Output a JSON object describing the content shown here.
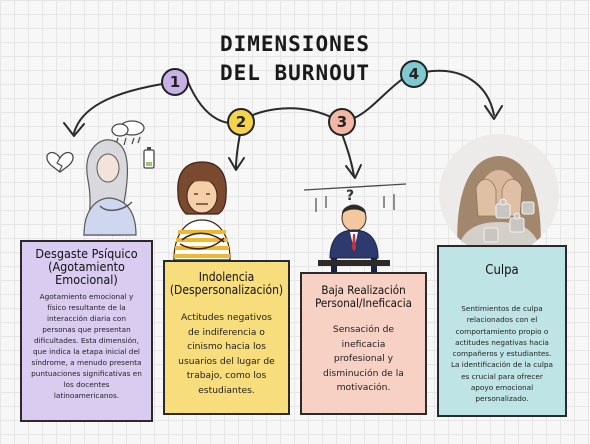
{
  "title": {
    "line1": "DIMENSIONES",
    "line2": "DEL BURNOUT"
  },
  "steps": [
    "1",
    "2",
    "3",
    "4"
  ],
  "colors": {
    "badge1": "#c7b1e6",
    "badge2": "#f5d44a",
    "badge3": "#f3b8a3",
    "badge4": "#7fcad1",
    "card1": "#d9ccf0",
    "card2": "#f8dd7d",
    "card3": "#f7d1c4",
    "card4": "#bfe4e6"
  },
  "cards": [
    {
      "heading_lines": [
        "Desgaste Psíquico",
        "(Agotamiento",
        "Emocional)"
      ],
      "body_lines": [
        "Agotamiento emocional y",
        "físico resultante de la",
        "interacción diaria con",
        "personas que presentan",
        "dificultades. Esta dimensión,",
        "que indica la etapa inicial del",
        "síndrome, a menudo presenta",
        "puntuaciones significativas en",
        "los docentes",
        "latinoamericanos."
      ]
    },
    {
      "heading_lines": [
        "Indolencia",
        "(Despersonalización)"
      ],
      "body_lines": [
        "Actitudes negativos",
        "de indiferencia o",
        "cinismo hacia los",
        "usuarios del lugar de",
        "trabajo, como los",
        "estudiantes."
      ]
    },
    {
      "heading_lines": [
        "Baja Realización",
        "Personal/Ineficacia"
      ],
      "body_lines": [
        "Sensación de",
        "ineficacia",
        "profesional y",
        "disminución de la",
        "motivación."
      ]
    },
    {
      "heading_lines": [
        "Culpa"
      ],
      "body_lines": [
        "Sentimientos de culpa",
        "relacionados con el",
        "comportamiento propio o",
        "actitudes negativas hacia",
        "compañeros y estudiantes.",
        "La identificación de la culpa",
        "es crucial para ofrecer",
        "apoyo emocional",
        "personalizado."
      ]
    }
  ]
}
